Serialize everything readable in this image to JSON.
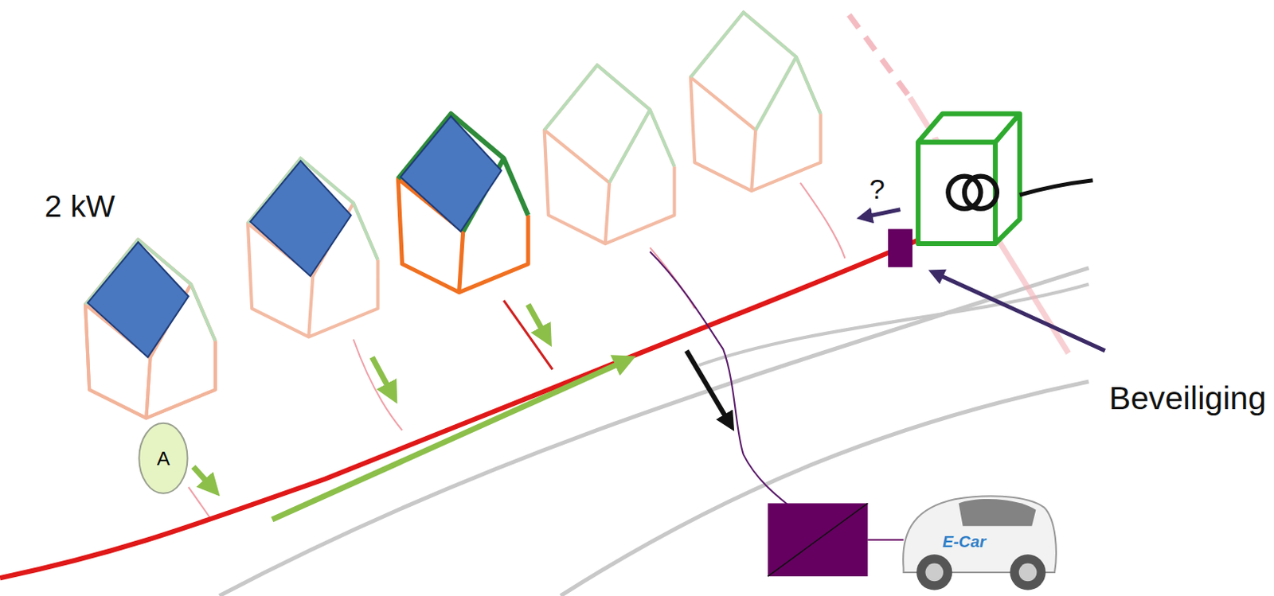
{
  "diagram": {
    "nodes": [
      {
        "text": [
          "A"
        ]
      }
    ],
    "labels": [
      "2 kW",
      "?",
      "Beveiliging",
      "E-Car"
    ]
  }
}
